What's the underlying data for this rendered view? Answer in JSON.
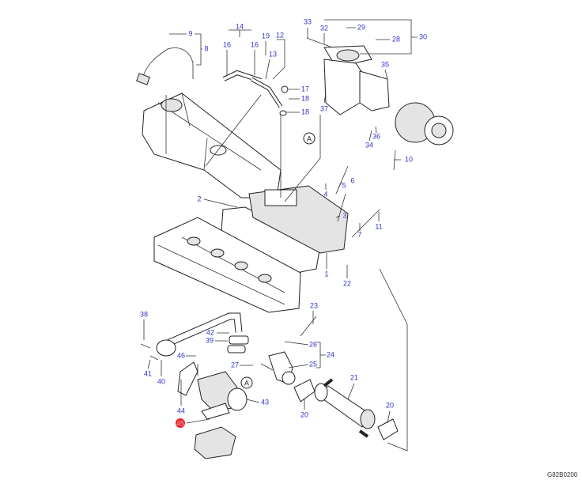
{
  "diagram": {
    "callouts": [
      "9",
      "8",
      "14",
      "16",
      "16",
      "19",
      "12",
      "13",
      "17",
      "18",
      "18",
      "33",
      "32",
      "29",
      "28",
      "30",
      "35",
      "37",
      "36",
      "34",
      "10",
      "2",
      "5",
      "6",
      "4",
      "3",
      "7",
      "11",
      "1",
      "22",
      "23",
      "38",
      "42",
      "39",
      "26",
      "24",
      "25",
      "27",
      "46",
      "41",
      "40",
      "21",
      "43",
      "20",
      "20",
      "44",
      "45"
    ],
    "ref_marks": [
      "A",
      "A"
    ],
    "highlighted_callout": "45",
    "highlight_color": "#e8202a",
    "callout_color": "#3333cc",
    "figure_code": "G82B0200"
  }
}
